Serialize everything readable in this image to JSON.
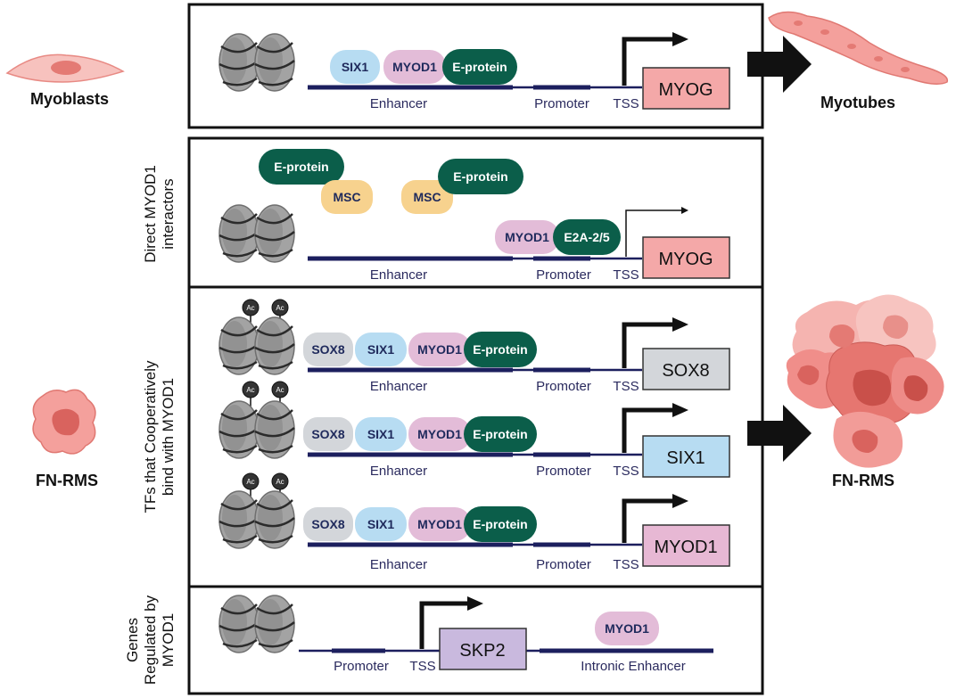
{
  "cells": {
    "myoblasts": "Myoblasts",
    "myotubes": "Myotubes",
    "fnrms_left": "FN-RMS",
    "fnrms_right": "FN-RMS"
  },
  "side_labels": {
    "direct_l1": "Direct MYOD1",
    "direct_l2": "interactors",
    "coop_l1": "TFs that Cooperatively",
    "coop_l2": "bind with MYOD1",
    "genes_l1": "Genes",
    "genes_l2": "Regulated by",
    "genes_l3": "MYOD1"
  },
  "regions": {
    "enhancer": "Enhancer",
    "promoter": "Promoter",
    "tss": "TSS",
    "intronic_enhancer": "Intronic Enhancer",
    "acetyl": "Ac"
  },
  "factors": {
    "six1": "SIX1",
    "myod1": "MYOD1",
    "eprotein": "E-protein",
    "msc": "MSC",
    "e2a": "E2A-2/5",
    "sox8": "SOX8"
  },
  "genes": {
    "myog_top": "MYOG",
    "myog_direct": "MYOG",
    "sox8": "SOX8",
    "six1": "SIX1",
    "myod1": "MYOD1",
    "skp2": "SKP2"
  },
  "colors": {
    "six1": "#b7dcf2",
    "myod1": "#e3bcd8",
    "eprotein": "#0b5e4a",
    "msc": "#f7d28e",
    "sox8": "#d3d6da",
    "myog_box": "#f4a8a8",
    "sox8_box": "#d3d6da",
    "six1_box": "#b7dcf2",
    "myod1_box": "#e7b8d4",
    "skp2_box": "#c9b9de",
    "dna": "#1c1f5e",
    "nucleosome": "#9b9b9b"
  }
}
